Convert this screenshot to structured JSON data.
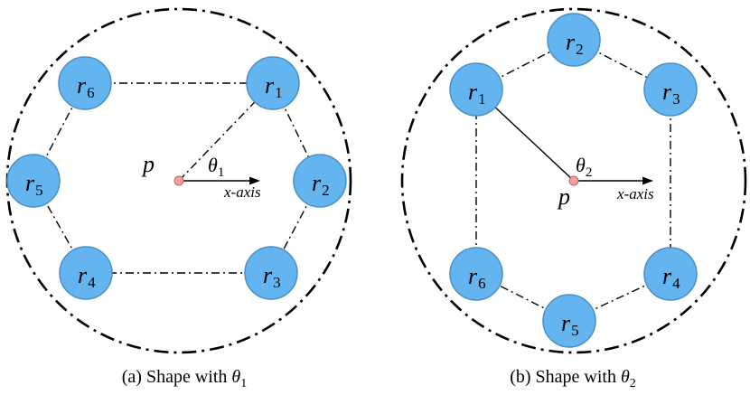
{
  "panels": [
    {
      "id": "a",
      "center_label": "p",
      "theta": {
        "symbol": "θ",
        "sub": "1"
      },
      "axis_label": "x-axis",
      "robots": [
        {
          "symbol": "r",
          "sub": "1"
        },
        {
          "symbol": "r",
          "sub": "2"
        },
        {
          "symbol": "r",
          "sub": "3"
        },
        {
          "symbol": "r",
          "sub": "4"
        },
        {
          "symbol": "r",
          "sub": "5"
        },
        {
          "symbol": "r",
          "sub": "6"
        }
      ],
      "caption": {
        "prefix": "(a) Shape with ",
        "symbol": "θ",
        "sub": "1"
      }
    },
    {
      "id": "b",
      "center_label": "p",
      "theta": {
        "symbol": "θ",
        "sub": "2"
      },
      "axis_label": "x-axis",
      "robots": [
        {
          "symbol": "r",
          "sub": "1"
        },
        {
          "symbol": "r",
          "sub": "2"
        },
        {
          "symbol": "r",
          "sub": "3"
        },
        {
          "symbol": "r",
          "sub": "4"
        },
        {
          "symbol": "r",
          "sub": "5"
        },
        {
          "symbol": "r",
          "sub": "6"
        }
      ],
      "caption": {
        "prefix": "(b) Shape with ",
        "symbol": "θ",
        "sub": "2"
      }
    }
  ],
  "colors": {
    "robot_fill": "#64b4f0",
    "center_point": "#f4a0a0"
  }
}
